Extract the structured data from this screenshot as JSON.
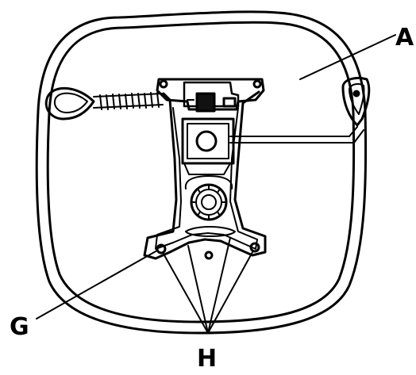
{
  "labels": {
    "a": "A",
    "g": "G",
    "h": "H"
  },
  "colors": {
    "line": "#000000",
    "fill_dark": "#1a1a1a",
    "background": "#ffffff"
  }
}
